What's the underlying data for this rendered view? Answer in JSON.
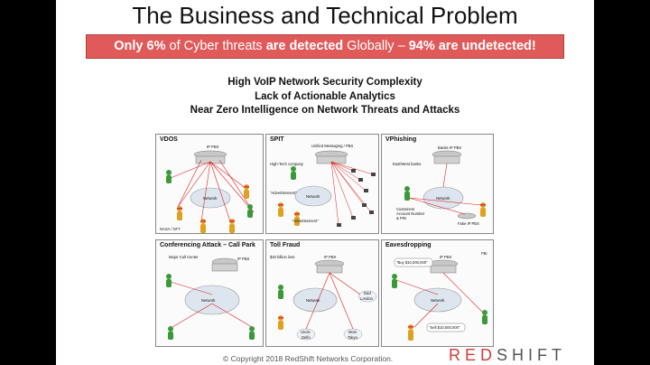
{
  "slide": {
    "title": "The Business and Technical Problem",
    "banner": {
      "part1": "Only 6%",
      "part2": " of Cyber threats ",
      "part3": "are detected",
      "part4": " Globally – ",
      "part5": "94% are undetected!"
    },
    "points": [
      "High VoIP Network Security Complexity",
      "Lack of Actionable Analytics",
      "Near Zero Intelligence on Network Threats and Attacks"
    ],
    "footer": "© Copyright 2018 RedShift Networks Corporation.",
    "logo": {
      "red": "RED",
      "dark": "SHIFT"
    }
  },
  "panels": [
    {
      "title": "VDOS",
      "labels": [
        "IP PBX",
        "Network",
        "NASA / NTT"
      ]
    },
    {
      "title": "SPIT",
      "labels": [
        "Unified Messaging / PBX",
        "High-Tech company",
        "Network",
        "\"Advertisement\"",
        "\"Advertisement\""
      ]
    },
    {
      "title": "VPhishing",
      "labels": [
        "Banks IP PBX",
        "East/West banks",
        "Network",
        "Customers",
        "Account Number",
        "& PIN",
        "Fake IP PBX"
      ]
    },
    {
      "title": "Conferencing Attack – Call Park",
      "labels": [
        "Major Call Center",
        "IP PBX",
        "Network"
      ]
    },
    {
      "title": "Toll Fraud",
      "labels": [
        "IP PBX",
        "$40 billion loss",
        "Network",
        "Dad",
        "London",
        "Uncle",
        "Delhi",
        "Mom",
        "Tokyo"
      ]
    },
    {
      "title": "Eavesdropping",
      "labels": [
        "FBI",
        "IP PBX",
        "\"Buy $10,000,000\"",
        "Network",
        "\"Sell $10,000,000\""
      ]
    }
  ],
  "colors": {
    "banner": "#e05a5a",
    "accent": "#d63a3a",
    "attack_line": "#e02020"
  }
}
